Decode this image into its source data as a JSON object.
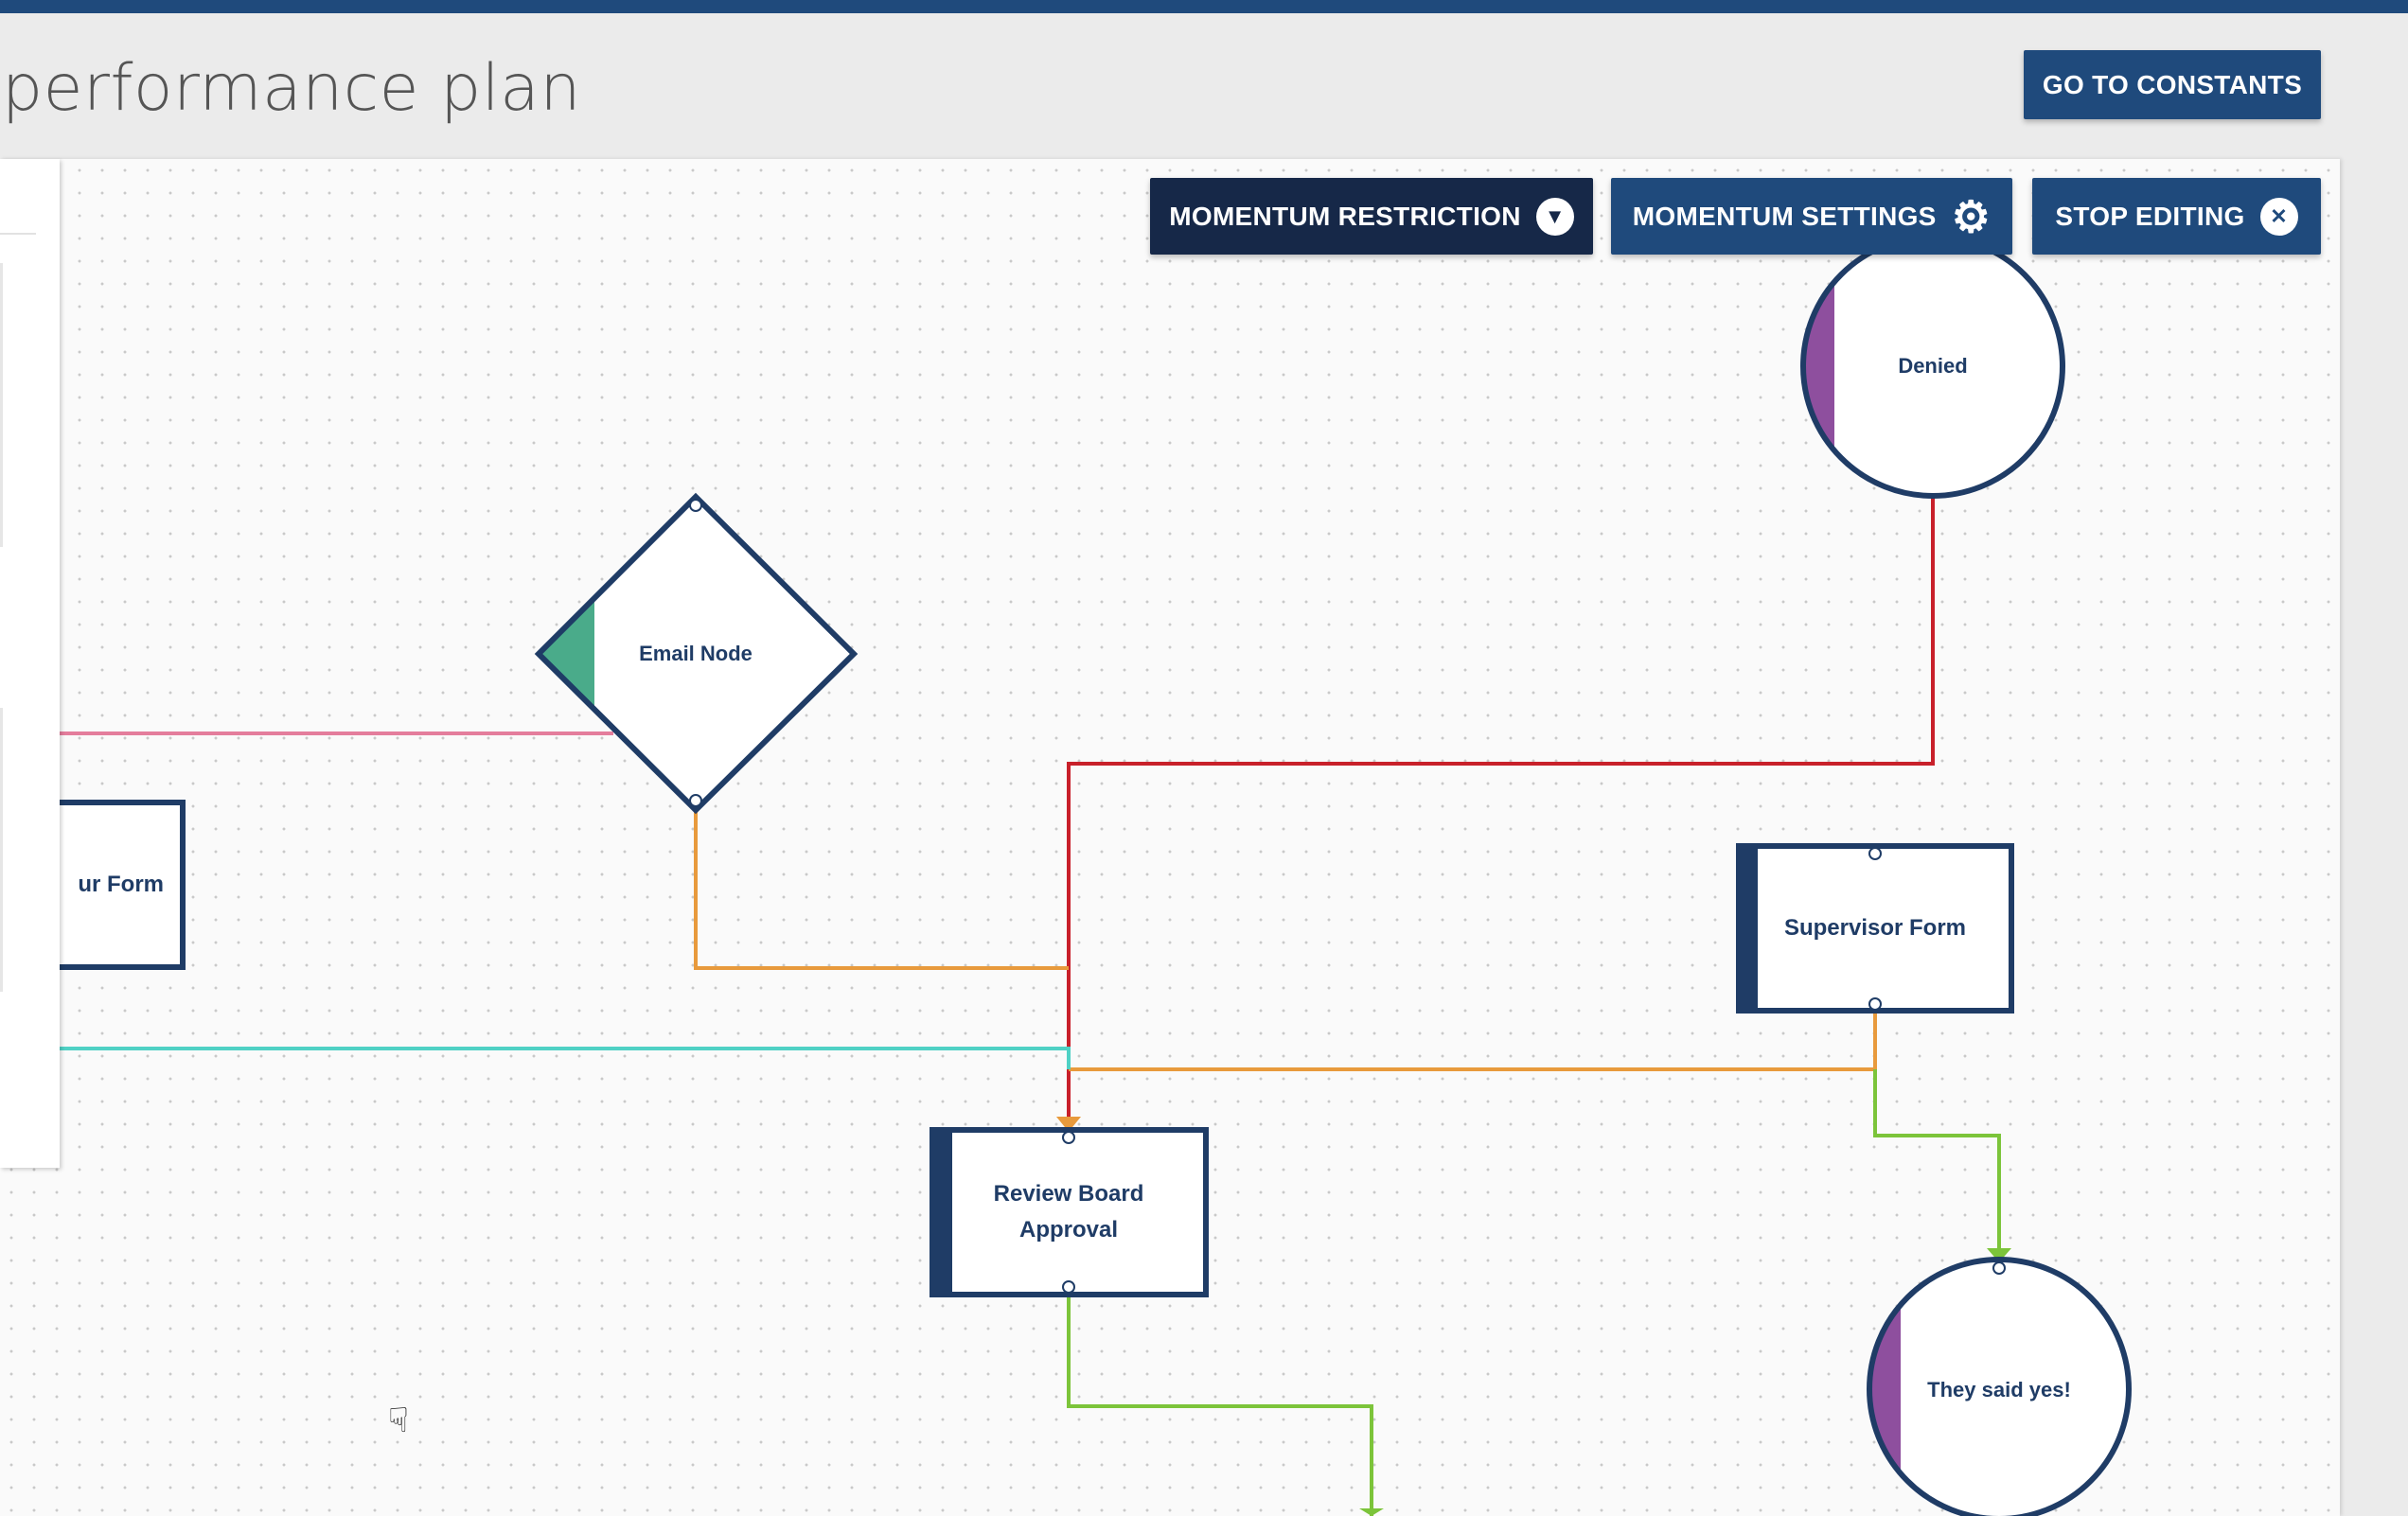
{
  "page": {
    "title": "performance plan"
  },
  "header": {
    "constants_button": "GO TO CONSTANTS"
  },
  "toolbar": {
    "restriction_label": "MOMENTUM RESTRICTION",
    "settings_label": "MOMENTUM SETTINGS",
    "stop_label": "STOP EDITING"
  },
  "nodes": {
    "denied": "Denied",
    "email": "Email Node",
    "your_form": "ur Form",
    "supervisor": "Supervisor Form",
    "review_line1": "Review Board",
    "review_line2": "Approval",
    "yes": "They said yes!"
  },
  "icons": {
    "restriction": "chevron-down-circle-icon",
    "settings": "gear-icon",
    "stop": "close-circle-icon"
  },
  "colors": {
    "brand": "#1f4a7c",
    "brand_dark": "#162848",
    "node_border": "#1f3c66",
    "state_accent": "#8e4f9e",
    "email_accent": "#4aab8a",
    "edge_red": "#c8202a",
    "edge_orange": "#e89a3c",
    "edge_green": "#7cc43a",
    "edge_teal": "#4fd1c5",
    "edge_pink": "#e47d9c"
  }
}
